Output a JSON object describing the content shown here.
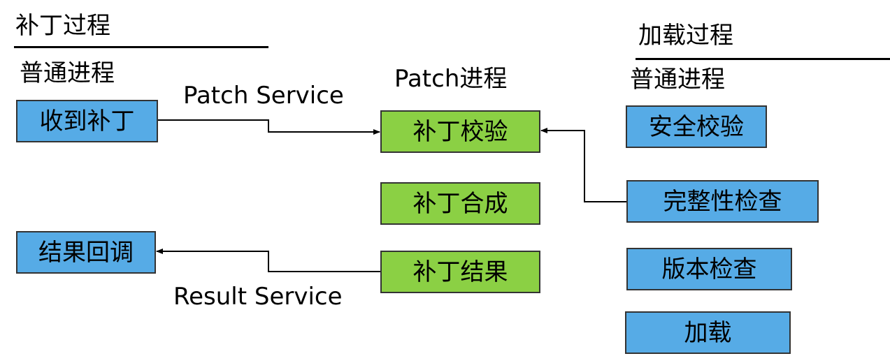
{
  "patch_process": {
    "heading": "补丁过程",
    "normal_process_label": "普通进程",
    "receive_patch": "收到补丁",
    "result_callback": "结果回调",
    "patch_service_label": "Patch Service",
    "result_service_label": "Result Service"
  },
  "patch_worker": {
    "heading": "Patch进程",
    "verify": "补丁校验",
    "synthesize": "补丁合成",
    "result": "补丁结果"
  },
  "load_process": {
    "heading": "加载过程",
    "normal_process_label": "普通进程",
    "security_check": "安全校验",
    "integrity_check": "完整性检查",
    "version_check": "版本检查",
    "load": "加载"
  },
  "colors": {
    "blue_box": "#56abe6",
    "green_box": "#8bd044",
    "line": "#000000"
  }
}
